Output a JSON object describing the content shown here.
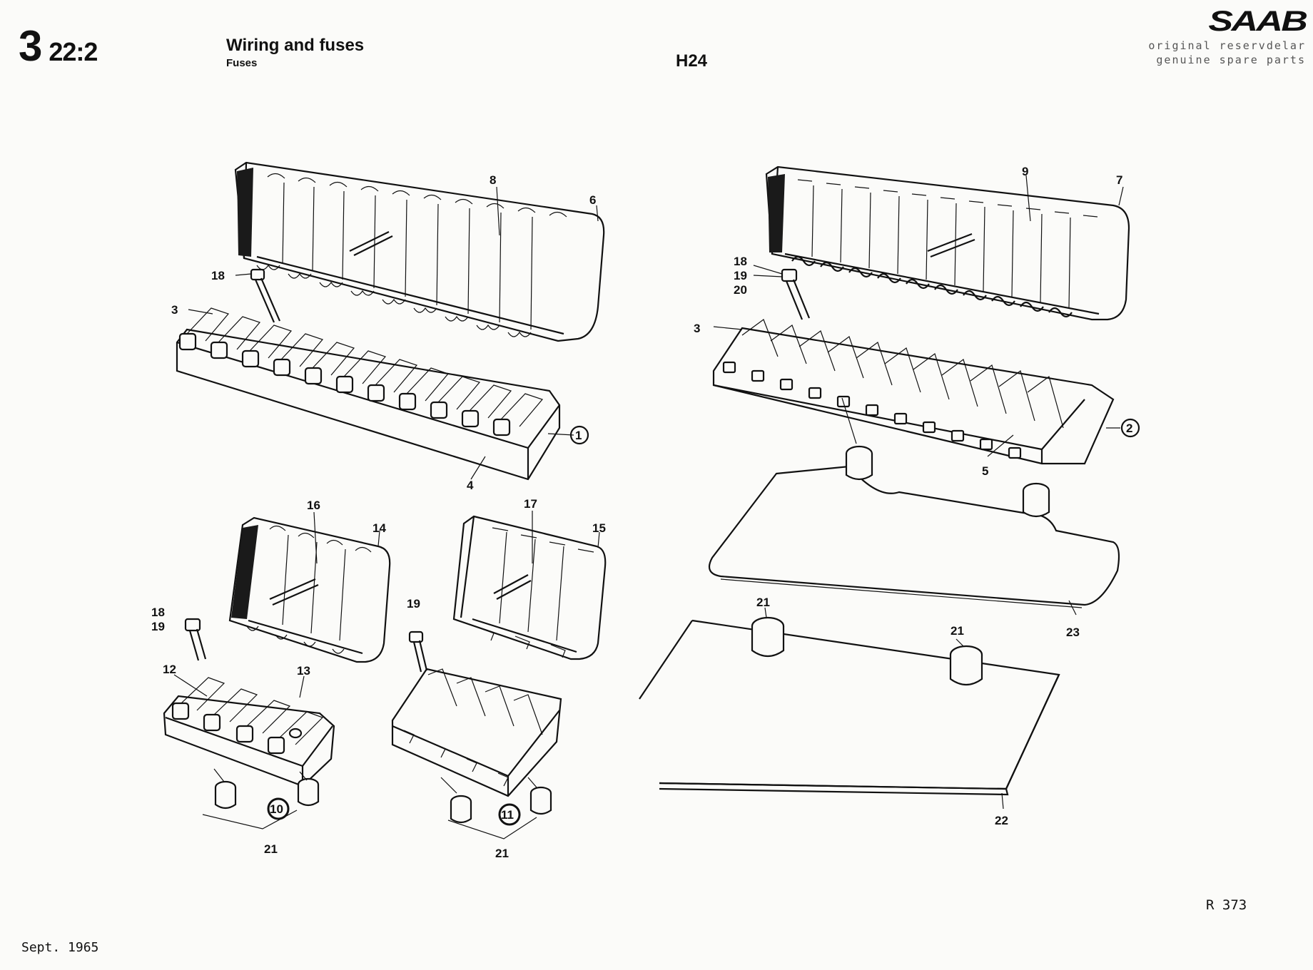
{
  "header": {
    "page_no": "3",
    "page_section": "22:2",
    "title": "Wiring and fuses",
    "subtitle": "Fuses",
    "model": "H24"
  },
  "brand": {
    "logo_text": "SAAB",
    "line1": "original reservdelar",
    "line2": "genuine spare parts"
  },
  "footer": {
    "reference": "R 373",
    "date": "Sept. 1965"
  },
  "callouts": {
    "c1": "1",
    "c2": "2",
    "c3a": "3",
    "c3b": "3",
    "c4": "4",
    "c5": "5",
    "c6": "6",
    "c7": "7",
    "c8": "8",
    "c9": "9",
    "c10": "10",
    "c11": "11",
    "c12": "12",
    "c13": "13",
    "c14": "14",
    "c15": "15",
    "c16": "16",
    "c17": "17",
    "c18a": "18",
    "c18b": "18",
    "c18c": "18",
    "c19a": "19",
    "c19b": "19",
    "c19c": "19",
    "c20": "20",
    "c21a": "21",
    "c21b": "21",
    "c21c": "21",
    "c21d": "21",
    "c22": "22",
    "c23": "23"
  }
}
